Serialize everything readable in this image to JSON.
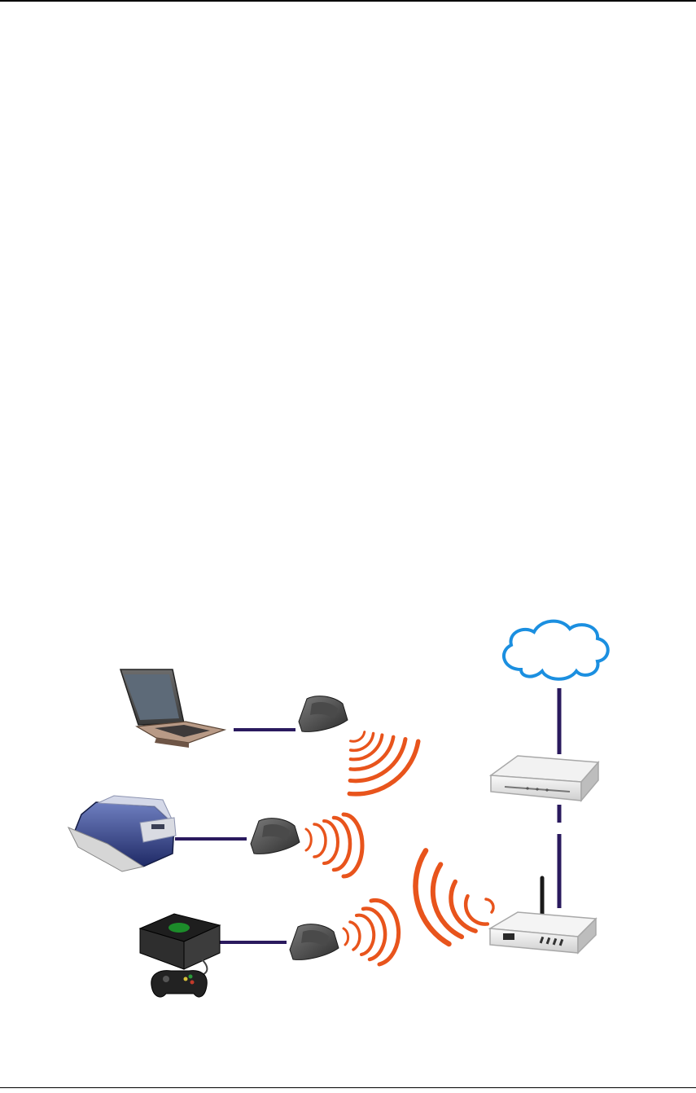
{
  "diagram": {
    "devices": [
      {
        "id": "laptop",
        "icon": "laptop-icon"
      },
      {
        "id": "printer",
        "icon": "printer-icon"
      },
      {
        "id": "game-console",
        "icon": "game-console-icon"
      },
      {
        "id": "bridge-1",
        "icon": "wireless-bridge-icon"
      },
      {
        "id": "bridge-2",
        "icon": "wireless-bridge-icon"
      },
      {
        "id": "bridge-3",
        "icon": "wireless-bridge-icon"
      },
      {
        "id": "modem",
        "icon": "modem-icon"
      },
      {
        "id": "wireless-router",
        "icon": "wireless-router-icon"
      },
      {
        "id": "internet",
        "icon": "cloud-icon"
      }
    ],
    "links": [
      {
        "from": "laptop",
        "to": "bridge-1",
        "kind": "wired"
      },
      {
        "from": "printer",
        "to": "bridge-2",
        "kind": "wired"
      },
      {
        "from": "game-console",
        "to": "bridge-3",
        "kind": "wired"
      },
      {
        "from": "internet",
        "to": "modem",
        "kind": "wired"
      },
      {
        "from": "modem",
        "to": "wireless-router",
        "kind": "wired"
      },
      {
        "from": "bridge-1",
        "to": "wireless-router",
        "kind": "wireless"
      },
      {
        "from": "bridge-2",
        "to": "wireless-router",
        "kind": "wireless"
      },
      {
        "from": "bridge-3",
        "to": "wireless-router",
        "kind": "wireless"
      }
    ],
    "colors": {
      "wire": "#2a1a5e",
      "signal": "#e8541c",
      "cloud_outline": "#1b8fe0",
      "device_dark": "#3a3a3a",
      "device_light": "#e6e6e6"
    }
  }
}
